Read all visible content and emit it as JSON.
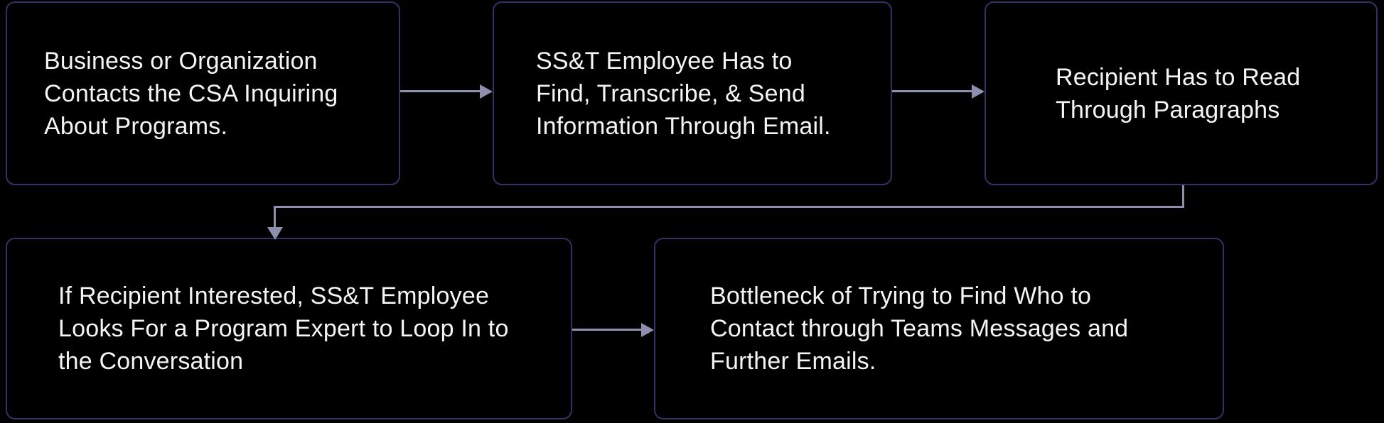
{
  "diagram": {
    "type": "flowchart",
    "background_color": "#000000",
    "node_border_color": "#323264",
    "node_fill_color": "#000000",
    "arrow_color": "#8c8fad",
    "text_color": "#f4f4f6",
    "nodes": [
      {
        "id": "node-1",
        "label": "Business or Organization\nContacts the CSA Inquiring\nAbout Programs."
      },
      {
        "id": "node-2",
        "label": "SS&T Employee Has to\nFind, Transcribe, & Send\nInformation Through Email."
      },
      {
        "id": "node-3",
        "label": "Recipient Has to Read\nThrough Paragraphs"
      },
      {
        "id": "node-4",
        "label": "If Recipient Interested, SS&T Employee\nLooks For a Program Expert to Loop In to\nthe Conversation"
      },
      {
        "id": "node-5",
        "label": "Bottleneck of Trying to Find Who to\nContact through Teams Messages and\nFurther Emails."
      }
    ],
    "edges": [
      {
        "from": "node-1",
        "to": "node-2",
        "style": "straight-right-arrow"
      },
      {
        "from": "node-2",
        "to": "node-3",
        "style": "straight-right-arrow"
      },
      {
        "from": "node-3",
        "to": "node-4",
        "style": "elbow-down-left-down-arrow"
      },
      {
        "from": "node-4",
        "to": "node-5",
        "style": "straight-right-arrow"
      }
    ]
  }
}
